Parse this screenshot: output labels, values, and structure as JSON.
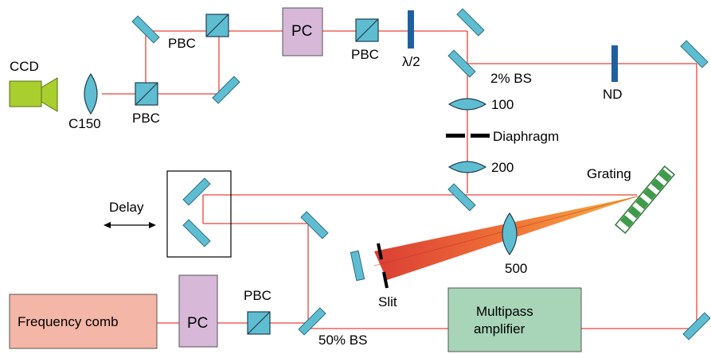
{
  "labels": {
    "ccd": "CCD",
    "c150": "C150",
    "pbc_top_left": "PBC",
    "pbc_bottom_left": "PBC",
    "pc_top": "PC",
    "pbc_top_right": "PBC",
    "half_wave": "λ/2",
    "bs2": "2% BS",
    "nd": "ND",
    "lens100": "100",
    "diaphragm": "Diaphragm",
    "lens200": "200",
    "grating": "Grating",
    "delay": "Delay",
    "lens500": "500",
    "slit": "Slit",
    "frequency_comb": "Frequency comb",
    "pc_bottom": "PC",
    "pbc_bottom": "PBC",
    "bs50": "50% BS",
    "multipass_line1": "Multipass",
    "multipass_line2": "amplifier"
  },
  "colors": {
    "beam": "#e8443a",
    "optic": "#5fbdd1",
    "pc": "#d7b8d9",
    "ccd": "#a8cf2e",
    "frequency_comb": "#f4b6a6",
    "amplifier": "#a8d5b8",
    "waveplate": "#1f5fa0",
    "grating_green": "#3f9a4a"
  }
}
